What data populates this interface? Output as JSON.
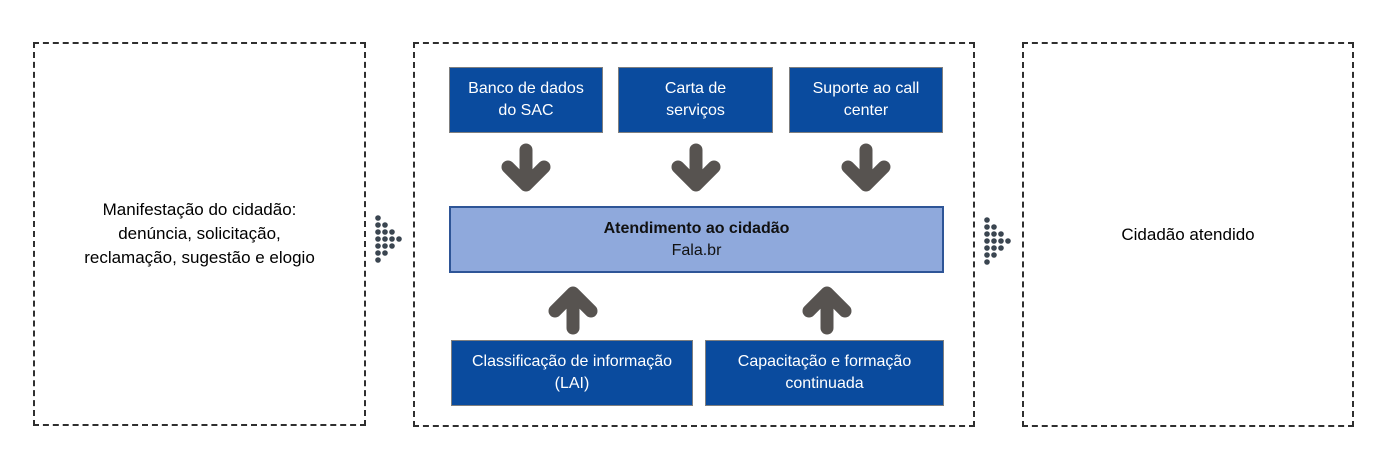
{
  "diagram": {
    "left_panel": {
      "text": "Manifestação do cidadão:\ndenúncia, solicitação,\nreclamação, sugestão e elogio"
    },
    "center_panel": {
      "top_boxes": [
        {
          "label": "Banco de dados\ndo SAC"
        },
        {
          "label": "Carta de\nserviços"
        },
        {
          "label": "Suporte ao call\ncenter"
        }
      ],
      "hub": {
        "title": "Atendimento ao cidadão",
        "subtitle": "Fala.br"
      },
      "bottom_boxes": [
        {
          "label": "Classificação de informação\n(LAI)"
        },
        {
          "label": "Capacitação e formação\ncontinuada"
        }
      ]
    },
    "right_panel": {
      "text": "Cidadão atendido"
    },
    "colors": {
      "dark_blue_box": "#0a4b9e",
      "hub_fill": "#8fa9dc",
      "hub_border": "#2e5597",
      "arrow_gray": "#575350",
      "dot_arrow_slate": "#3a4550",
      "dashed_border": "#2f2f2f"
    }
  }
}
